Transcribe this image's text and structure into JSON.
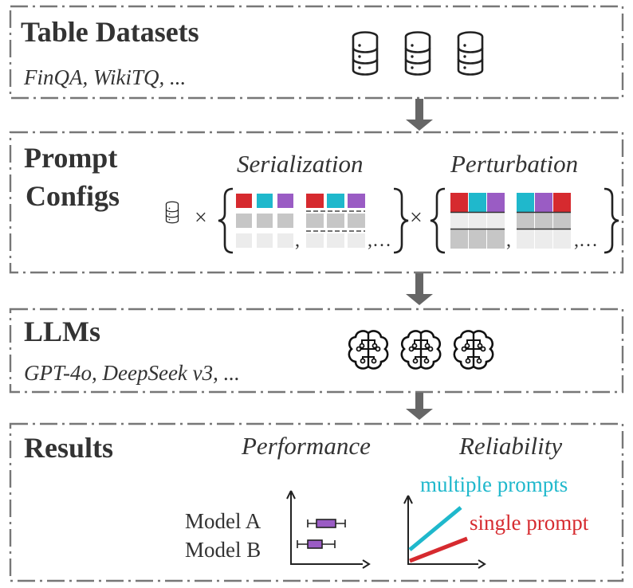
{
  "datasets": {
    "title": "Table Datasets",
    "examples": "FinQA, WikiTQ, ...",
    "icon": "database-icon"
  },
  "prompt_configs": {
    "title_line1": "Prompt",
    "title_line2": "Configs",
    "serialization_label": "Serialization",
    "perturbation_label": "Perturbation",
    "times_symbol": "×",
    "ellipsis": ",…",
    "colors": {
      "red": "#d62a2f",
      "cyan": "#1fb8cc",
      "purple": "#9a5cc4",
      "gray": "#c6c6c6",
      "light_gray": "#ececec"
    }
  },
  "llms": {
    "title": "LLMs",
    "examples": "GPT-4o, DeepSeek v3, ...",
    "icon": "brain-circuit-icon"
  },
  "results": {
    "title": "Results",
    "performance_label": "Performance",
    "reliability_label": "Reliability",
    "model_a": "Model A",
    "model_b": "Model B",
    "multiple_label": "multiple prompts",
    "single_label": "single prompt",
    "multiple_color": "#1fb8cc",
    "single_color": "#d62a2f",
    "box_color": "#9a5cc4"
  }
}
